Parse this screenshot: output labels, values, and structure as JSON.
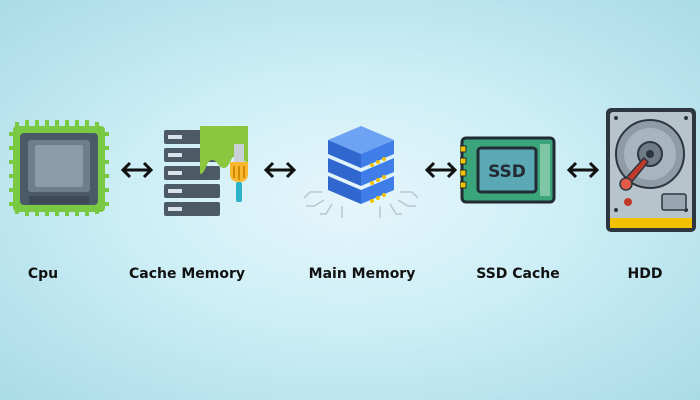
{
  "diagram": {
    "components": [
      {
        "label": "Cpu",
        "icon": "cpu-chip-icon"
      },
      {
        "label": "Cache Memory",
        "icon": "cache-server-icon"
      },
      {
        "label": "Main Memory",
        "icon": "main-memory-stack-icon"
      },
      {
        "label": "SSD Cache",
        "icon": "ssd-drive-icon"
      },
      {
        "label": "HDD",
        "icon": "hard-disk-icon"
      }
    ],
    "ssd_text": "SSD",
    "connector": "bidirectional-arrow",
    "colors": {
      "cpu_green": "#7ac943",
      "cache_green": "#8cc63f",
      "memory_blue": "#3f7ee8",
      "ssd_green": "#3aa57a",
      "ssd_teal": "#5aa9b5",
      "hdd_gray": "#b8c4cc",
      "hdd_yellow": "#f2c200",
      "outline": "#222a33"
    }
  }
}
